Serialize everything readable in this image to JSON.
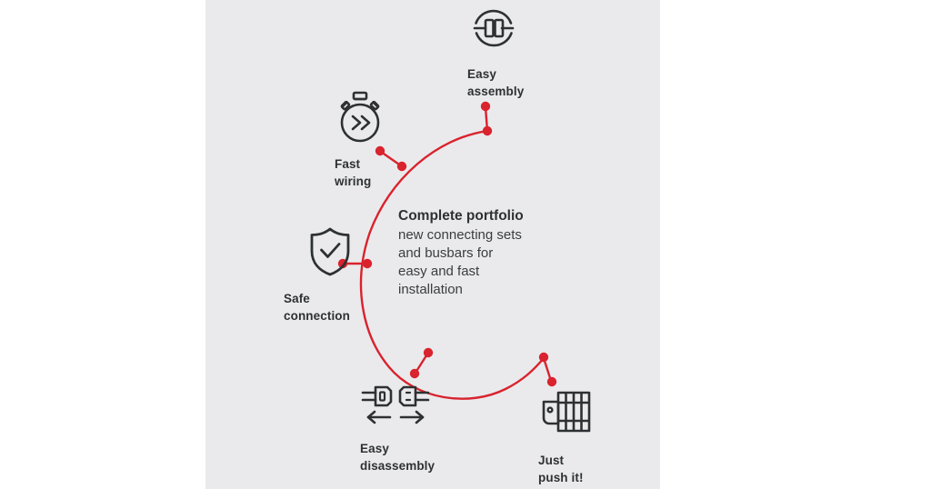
{
  "panel": {
    "background_color": "#eaeaec",
    "accent_color": "#d9232e",
    "text_color": "#2e3133"
  },
  "center": {
    "headline": "Complete portfolio",
    "body": "new connecting sets\nand busbars for\neasy and fast\ninstallation"
  },
  "nodes": [
    {
      "id": "easy-assembly",
      "label": "Easy\nassembly",
      "icon": "plug-connection-circle-icon"
    },
    {
      "id": "fast-wiring",
      "label": "Fast\nwiring",
      "icon": "stopwatch-fast-forward-icon"
    },
    {
      "id": "safe-connection",
      "label": "Safe\nconnection",
      "icon": "shield-check-icon"
    },
    {
      "id": "easy-disassembly",
      "label": "Easy\ndisassembly",
      "icon": "plug-separating-arrows-icon"
    },
    {
      "id": "just-push-it",
      "label": "Just\npush it!",
      "icon": "busbar-terminal-block-icon"
    }
  ]
}
